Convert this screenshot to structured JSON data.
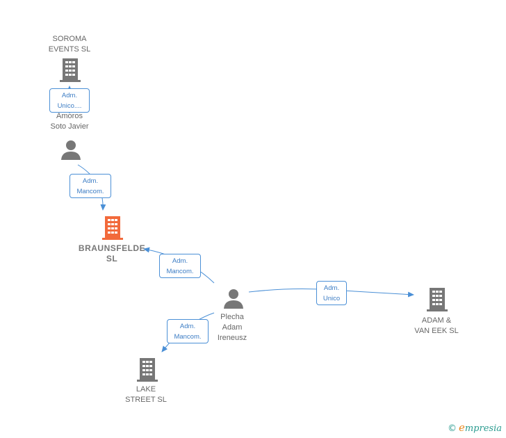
{
  "nodes": {
    "soroma": {
      "type": "company",
      "lines": [
        "SOROMA",
        "EVENTS  SL"
      ],
      "color": "#777777"
    },
    "amoros": {
      "type": "person",
      "lines": [
        "Amoros",
        "Soto Javier"
      ],
      "color": "#777777"
    },
    "braunsfelde": {
      "type": "company",
      "lines": [
        "BRAUNSFELDE",
        "SL"
      ],
      "color": "#f26a3b",
      "main": true
    },
    "plecha": {
      "type": "person",
      "lines": [
        "Plecha",
        "Adam",
        "Ireneusz"
      ],
      "color": "#777777"
    },
    "adam_van_eek": {
      "type": "company",
      "lines": [
        "ADAM &",
        "VAN EEK SL"
      ],
      "color": "#777777"
    },
    "lake_street": {
      "type": "company",
      "lines": [
        "LAKE",
        "STREET SL"
      ],
      "color": "#777777"
    }
  },
  "relations": [
    {
      "id": "r1",
      "lines": [
        "Adm.",
        "Unico...."
      ]
    },
    {
      "id": "r2",
      "lines": [
        "Adm.",
        "Mancom."
      ]
    },
    {
      "id": "r3",
      "lines": [
        "Adm.",
        "Mancom."
      ]
    },
    {
      "id": "r4",
      "lines": [
        "Adm.",
        "Unico"
      ]
    },
    {
      "id": "r5",
      "lines": [
        "Adm.",
        "Mancom."
      ]
    }
  ],
  "colors": {
    "edge": "#4a8fd6",
    "company": "#777777",
    "focus": "#f26a3b"
  },
  "footer": {
    "copyright": "©",
    "brand_initial": "e",
    "brand_rest": "mpresia"
  }
}
